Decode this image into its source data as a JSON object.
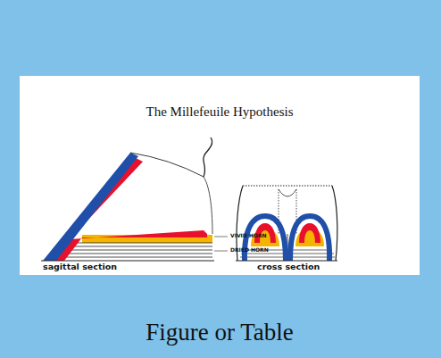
{
  "diagram": {
    "title": "The Millefeuile Hypothesis",
    "caption": "Figure or Table",
    "labels": [
      "VIVID HORN",
      "DRIED HORN",
      "sagittal section",
      "cross section"
    ]
  }
}
